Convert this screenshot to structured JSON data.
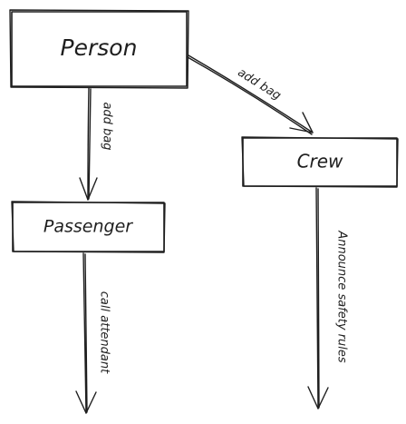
{
  "diagram": {
    "nodes": {
      "person": {
        "label": "Person"
      },
      "passenger": {
        "label": "Passenger"
      },
      "crew": {
        "label": "Crew"
      }
    },
    "edges": {
      "person_to_passenger": {
        "label": "add bag"
      },
      "person_to_crew": {
        "label": "add bag"
      },
      "passenger_out": {
        "label": "call attendant"
      },
      "crew_out": {
        "label": "Announce safety rules"
      }
    }
  },
  "colors": {
    "stroke": "#1e1e1e",
    "background": "#ffffff"
  }
}
